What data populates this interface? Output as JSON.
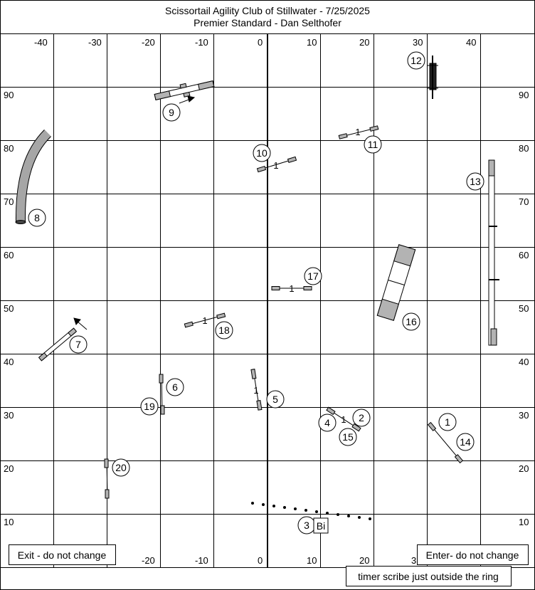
{
  "header": {
    "title": "Scissortail Agility Club of Stillwater - 7/25/2025",
    "subtitle": "Premier Standard - Dan Selthofer"
  },
  "axes": {
    "top_x_ticks": [
      "-40",
      "-30",
      "-20",
      "-10",
      "0",
      "10",
      "20",
      "30",
      "40"
    ],
    "bottom_x_ticks": [
      "-20",
      "-10",
      "0",
      "10",
      "20",
      "3"
    ],
    "y_ticks": [
      "90",
      "80",
      "70",
      "60",
      "50",
      "40",
      "30",
      "20",
      "10"
    ]
  },
  "obstacles": {
    "numbers": [
      "1",
      "2",
      "3",
      "4",
      "5",
      "6",
      "7",
      "8",
      "9",
      "10",
      "11",
      "12",
      "13",
      "14",
      "15",
      "16",
      "17",
      "18",
      "19",
      "20"
    ],
    "gap_label": "1",
    "bi_label": "Bi"
  },
  "notes": {
    "exit": "Exit - do not change",
    "enter": "Enter- do not change",
    "timer": "timer scribe just outside the ring"
  },
  "colors": {
    "grid": "#000000",
    "obstacle_fill": "#b3b3b3",
    "tunnel_fill": "#a6a6a6",
    "background": "#ffffff"
  }
}
